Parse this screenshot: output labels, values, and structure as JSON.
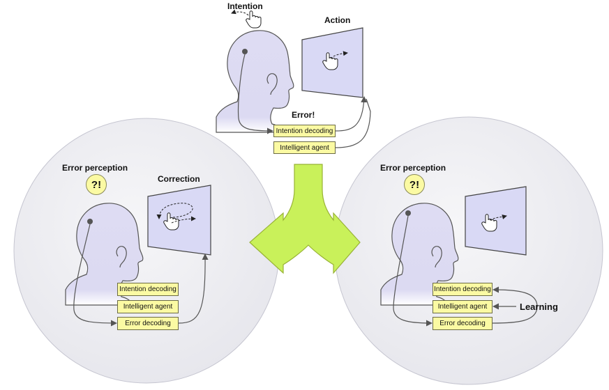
{
  "top": {
    "intention_label": "Intention",
    "action_label": "Action",
    "error_label": "Error!",
    "box_intention": "Intention decoding",
    "box_agent": "Intelligent agent"
  },
  "left": {
    "error_perception_label": "Error perception",
    "bubble": "?!",
    "correction_label": "Correction",
    "box_intention": "Intention decoding",
    "box_agent": "Intelligent agent",
    "box_error": "Error decoding"
  },
  "right": {
    "error_perception_label": "Error perception",
    "bubble": "?!",
    "learning_label": "Learning",
    "box_intention": "Intention decoding",
    "box_agent": "Intelligent agent",
    "box_error": "Error decoding"
  },
  "colors": {
    "circle_fill": "#f1f1f5",
    "head_fill": "#dcdcf2",
    "screen_fill": "#d9d9f5",
    "box_fill": "#fbfaa3",
    "split_arrow": "#c9f15a"
  },
  "icons": [
    "hand-cursor-icon",
    "dashed-arrow-icon",
    "split-arrow-icon"
  ]
}
